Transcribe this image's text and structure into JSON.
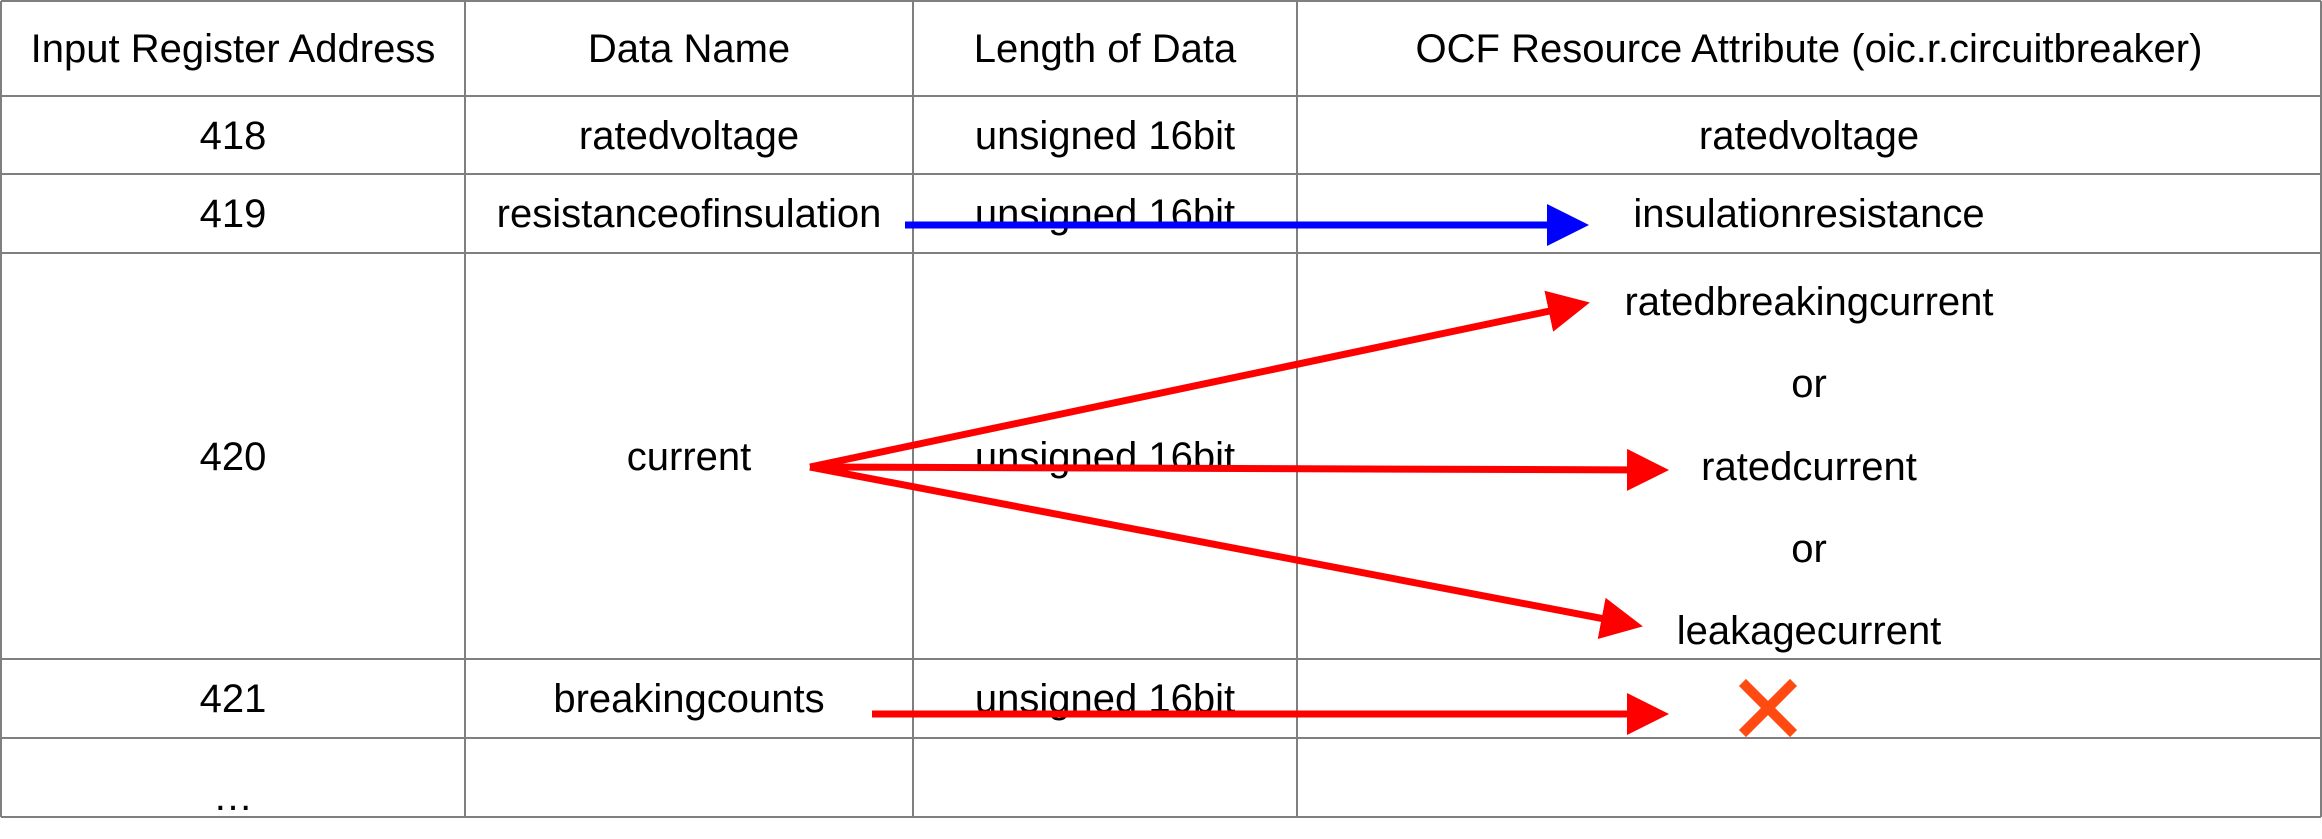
{
  "table": {
    "headers": [
      "Input Register Address",
      "Data Name",
      "Length of Data",
      "OCF Resource Attribute (oic.r.circuitbreaker)"
    ],
    "rows": [
      {
        "address": "418",
        "data_name": "ratedvoltage",
        "length": "unsigned 16bit",
        "attribute": "ratedvoltage"
      },
      {
        "address": "419",
        "data_name": "resistanceofinsulation",
        "length": "unsigned 16bit",
        "attribute": "insulationresistance"
      },
      {
        "address": "420",
        "data_name": "current",
        "length": "unsigned 16bit",
        "attributes": [
          "ratedbreakingcurrent",
          "or",
          "ratedcurrent",
          "or",
          "leakagecurrent"
        ]
      },
      {
        "address": "421",
        "data_name": "breakingcounts",
        "length": "unsigned 16bit",
        "attribute_icon": "cross-mark-icon"
      },
      {
        "address": "…"
      }
    ]
  },
  "colors": {
    "grid_line": "#7f7f7f",
    "arrow_blue": "#0000ff",
    "arrow_red": "#ff0000",
    "cross": "#ff4b12"
  }
}
